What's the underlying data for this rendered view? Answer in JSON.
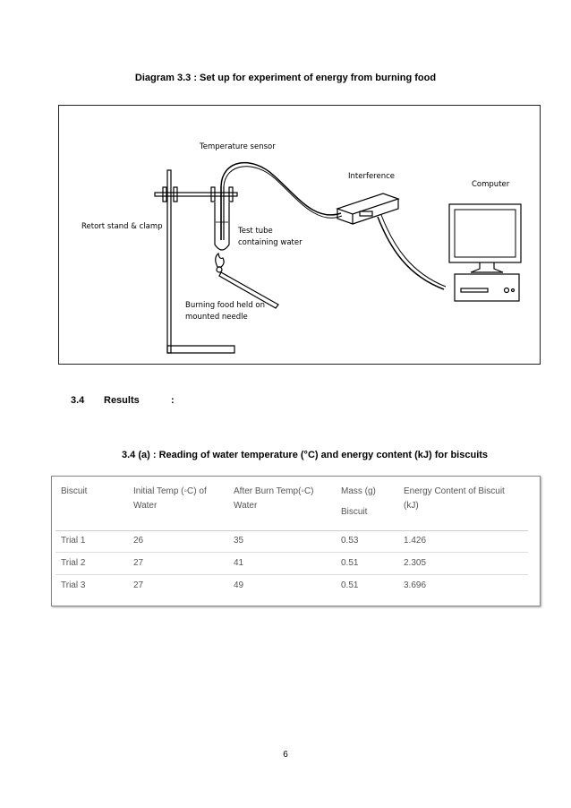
{
  "diagram": {
    "caption": "Diagram 3.3 : Set up for experiment of energy from burning food",
    "labels": {
      "temperature_sensor": "Temperature sensor",
      "interference": "Interference",
      "computer": "Computer",
      "retort_stand": "Retort stand & clamp",
      "test_tube_line1": "Test tube",
      "test_tube_line2": "containing water",
      "burning_food_line1": "Burning food held on",
      "burning_food_line2": "mounted needle"
    }
  },
  "section": {
    "number": "3.4",
    "title": "Results",
    "colon": ":"
  },
  "table": {
    "caption": "3.4 (a) : Reading of water temperature (°C) and energy content (kJ) for biscuits",
    "headers": [
      [
        "Biscuit"
      ],
      [
        "Initial Temp (◦C) of",
        "Water"
      ],
      [
        "After Burn Temp(◦C)",
        "Water"
      ],
      [
        "Mass (g)",
        "Biscuit"
      ],
      [
        "Energy Content of Biscuit",
        "(kJ)"
      ]
    ],
    "rows": [
      [
        "Trial 1",
        "26",
        "35",
        "0.53",
        "1.426"
      ],
      [
        "Trial 2",
        "27",
        "41",
        "0.51",
        "2.305"
      ],
      [
        "Trial 3",
        "27",
        "49",
        "0.51",
        "3.696"
      ]
    ]
  },
  "page_number": "6"
}
